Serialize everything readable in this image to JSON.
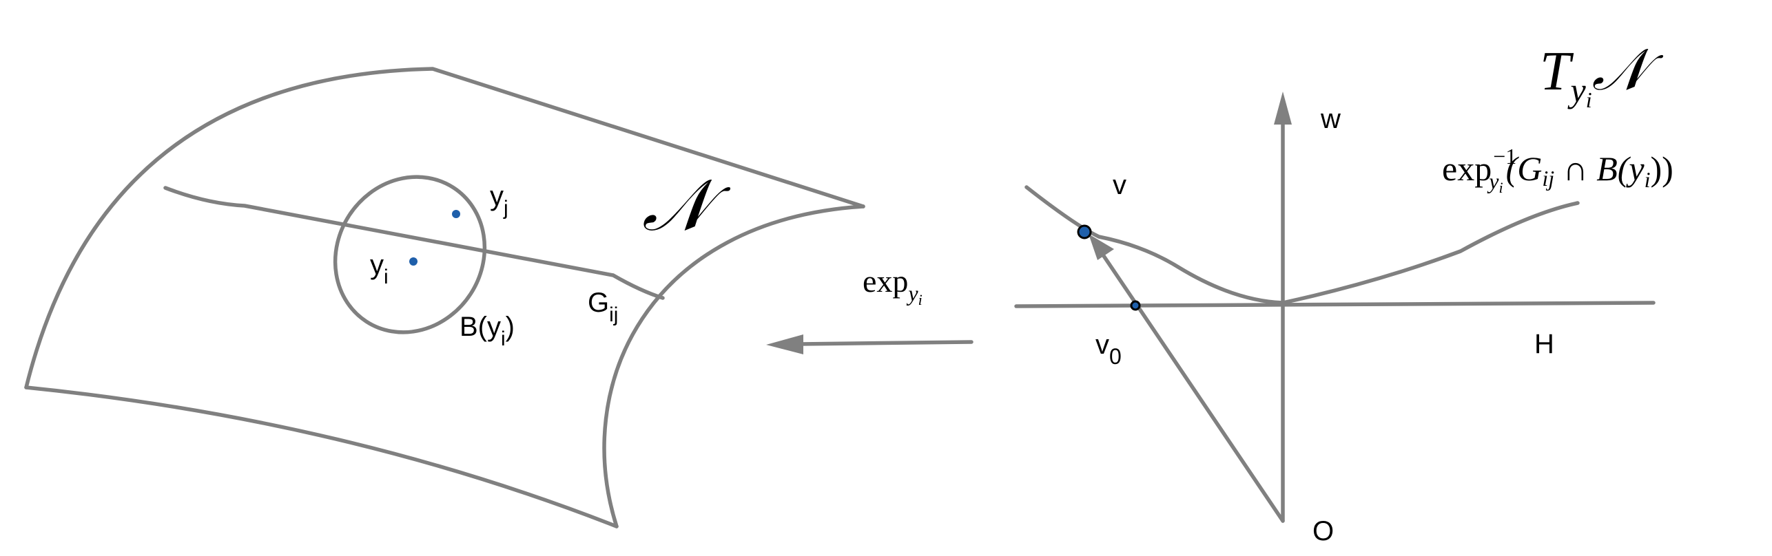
{
  "colors": {
    "stroke": "#808080",
    "point": "#1f5faa",
    "point_outline": "#000000",
    "text": "#000000",
    "background": "#ffffff"
  },
  "manifold": {
    "symbol": "𝒩",
    "geodesic_label": "G",
    "geodesic_sub": "ij",
    "ball_label_pre": "B(y",
    "ball_label_sub": "i",
    "ball_label_post": ")",
    "point_i": {
      "base": "y",
      "sub": "i"
    },
    "point_j": {
      "base": "y",
      "sub": "j"
    }
  },
  "map_arrow": {
    "exp": "exp",
    "sub_base": "y",
    "sub_sub": "i"
  },
  "tangent_space": {
    "title_base": "T",
    "title_sub_base": "y",
    "title_sub_sub": "i",
    "title_manifold": "𝒩",
    "preimage_exp": "exp",
    "preimage_sup": "−1",
    "preimage_sub_base": "y",
    "preimage_sub_sub": "i",
    "preimage_arg": "(G",
    "preimage_arg_sub": "ij",
    "preimage_cap": " ∩ B(y",
    "preimage_cap_sub": "i",
    "preimage_close": "))",
    "axis_w": "w",
    "vec_v": "v",
    "vec_v0_base": "v",
    "vec_v0_sub": "0",
    "plane_H": "H",
    "origin": "O"
  }
}
